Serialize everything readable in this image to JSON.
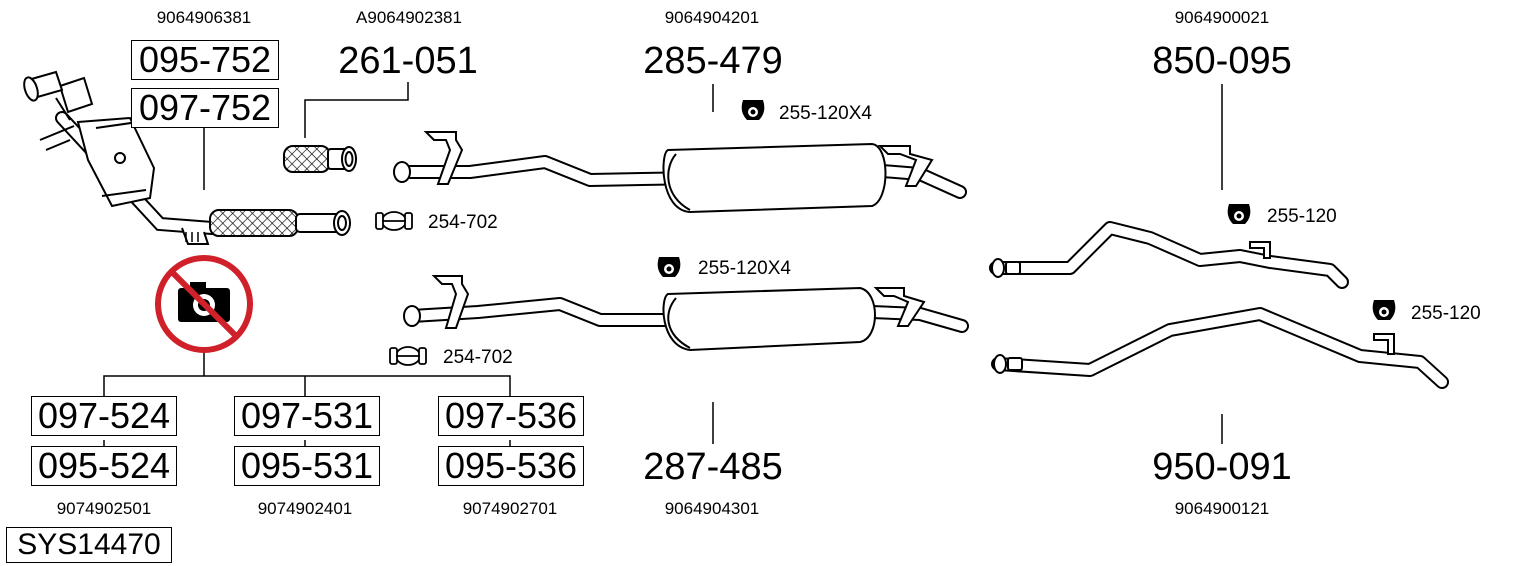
{
  "parts": {
    "oem_dpf": "9064906381",
    "dpf_a": "095-752",
    "dpf_b": "097-752",
    "oem_flex": "A9064902381",
    "flex": "261-051",
    "oem_mid_upper": "9064904201",
    "mid_upper": "285-479",
    "oem_rear_upper": "9064900021",
    "rear_upper": "850-095",
    "clamp_upper": "254-702",
    "clamp_lower": "254-702",
    "hanger_mid_upper": "255-120X4",
    "hanger_mid_lower": "255-120X4",
    "hanger_rear_upper": "255-120",
    "hanger_rear_lower": "255-120",
    "cat_1a": "097-524",
    "cat_1b": "095-524",
    "oem_cat_1": "9074902501",
    "cat_2a": "097-531",
    "cat_2b": "095-531",
    "oem_cat_2": "9074902401",
    "cat_3a": "097-536",
    "cat_3b": "095-536",
    "oem_cat_3": "9074902701",
    "mid_lower": "287-485",
    "oem_mid_lower": "9064904301",
    "rear_lower": "950-091",
    "oem_rear_lower": "9064900121",
    "system": "SYS14470"
  },
  "colors": {
    "no_photo_red": "#d0202a",
    "line": "#000000",
    "part_fill": "#ffffff"
  },
  "icons": [
    "no-photo-icon",
    "hanger-icon",
    "clamp-icon"
  ]
}
